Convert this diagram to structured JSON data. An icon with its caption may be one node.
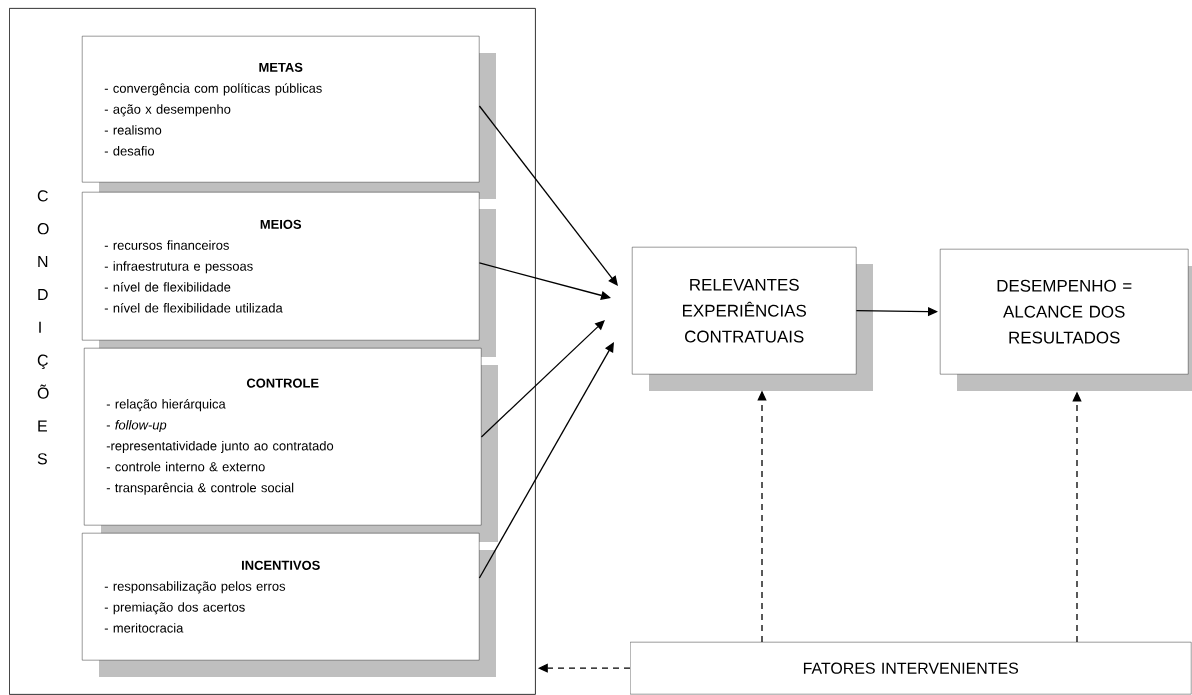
{
  "diagram": {
    "nodes": [
      {
        "text": [
          "CONDIÇÕES"
        ]
      },
      {
        "text": [
          "METAS",
          "- convergência com políticas públicas",
          "- ação x desempenho",
          "- realismo",
          "- desafio"
        ],
        "in": 0
      },
      {
        "text": [
          "MEIOS",
          "- recursos financeiros",
          "- infraestrutura e pessoas",
          "- nível de flexibilidade",
          "- nível de flexibilidade utilizada"
        ],
        "in": 0
      },
      {
        "text": [
          "CONTROLE",
          "- relação hierárquica",
          "- *follow-up*",
          "-representatividade junto ao contratado",
          "- controle interno & externo",
          "- transparência & controle social"
        ],
        "in": 0
      },
      {
        "text": [
          "INCENTIVOS",
          "- responsabilização pelos erros",
          "- premiação dos acertos",
          "- meritocracia"
        ],
        "in": 0
      },
      {
        "text": [
          "RELEVANTES EXPERIÊNCIAS CONTRATUAIS"
        ]
      },
      {
        "text": [
          "DESEMPENHO = ALCANCE DOS RESULTADOS"
        ]
      },
      {
        "text": [
          "FATORES INTERVENIENTES"
        ]
      }
    ],
    "edges": [
      {
        "from": 1,
        "to": 5,
        "arrow": "to"
      },
      {
        "from": 2,
        "to": 5,
        "arrow": "to"
      },
      {
        "from": 3,
        "to": 5,
        "arrow": "to"
      },
      {
        "from": 4,
        "to": 5,
        "arrow": "to"
      },
      {
        "from": 5,
        "to": 6,
        "arrow": "to"
      },
      {
        "from": 7,
        "to": 5,
        "arrow": "to",
        "style": "dashed"
      },
      {
        "from": 7,
        "to": 6,
        "arrow": "to",
        "style": "dashed"
      },
      {
        "from": 7,
        "to": 0,
        "arrow": "to",
        "style": "dashed"
      }
    ]
  }
}
